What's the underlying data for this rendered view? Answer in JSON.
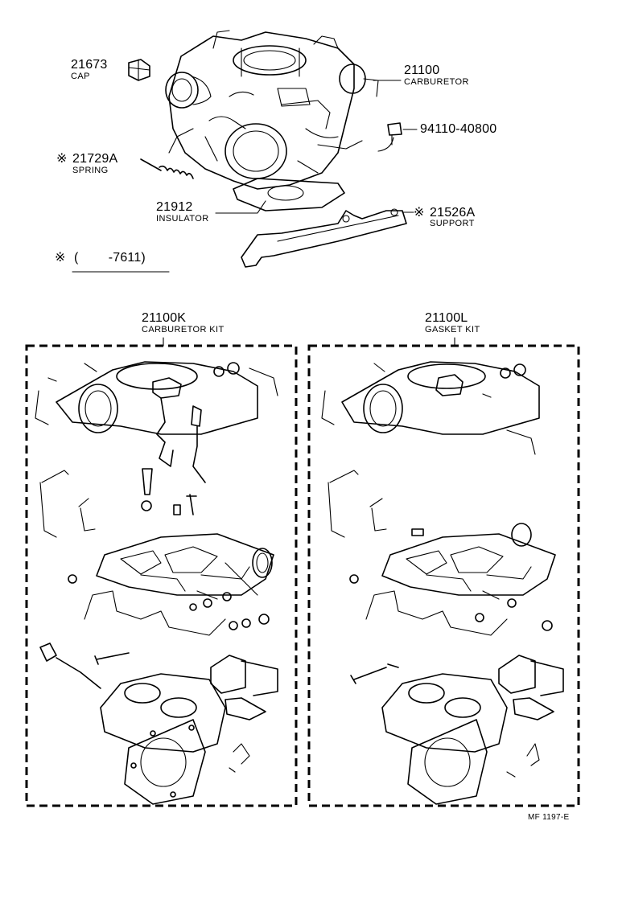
{
  "parts": {
    "cap": {
      "number": "21673",
      "name": "CAP"
    },
    "carburetor": {
      "number": "21100",
      "name": "CARBURETOR"
    },
    "screw": {
      "number": "94110-40800"
    },
    "spring": {
      "mark": "※",
      "number": "21729A",
      "name": "SPRING"
    },
    "insulator": {
      "number": "21912",
      "name": "INSULATOR"
    },
    "support": {
      "mark": "※",
      "number": "21526A",
      "name": "SUPPORT"
    }
  },
  "note": {
    "mark": "※",
    "text": "(        -7611)"
  },
  "kits": [
    {
      "number": "21100K",
      "name": "CARBURETOR KIT"
    },
    {
      "number": "21100L",
      "name": "GASKET KIT"
    }
  ],
  "figure_code": "MF 1197-E"
}
